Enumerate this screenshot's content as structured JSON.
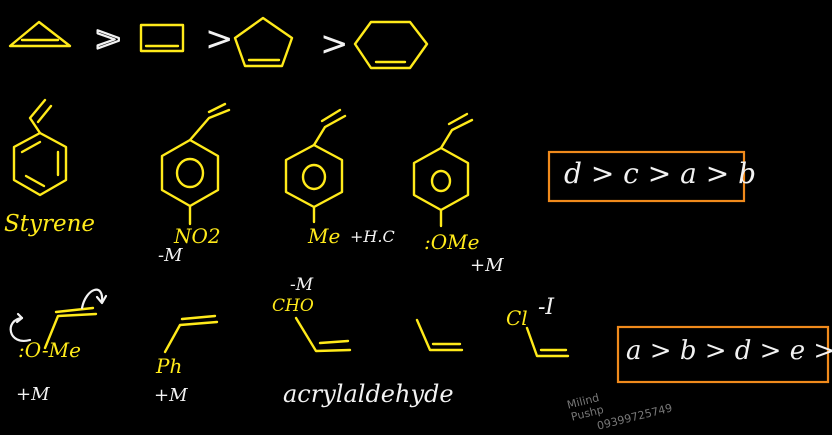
{
  "colors": {
    "background": "#000000",
    "ink_yellow": "#ffea1a",
    "ink_white": "#f2f2f2",
    "box_orange": "#f08a1c"
  },
  "labels": {
    "styrene": "Styrene",
    "no2": "NO2",
    "no2_effect": "-M",
    "me": "Me",
    "hc": "+H.C",
    "ome": ":OMe",
    "ome_effect": "+M",
    "ome2": ":O-Me",
    "ome2_effect": "+M",
    "ph": "Ph",
    "ph_effect": "+M",
    "cho": "CHO",
    "cho_effect": "-M",
    "acrylaldehyde": "acrylaldehyde",
    "cl": "Cl",
    "cl_effect": "-I"
  },
  "symbols": {
    "gt": ">"
  },
  "answers": {
    "order_1": "d > c > a > b",
    "order_2": "a > b > d > e > c"
  },
  "watermark": {
    "line1": "Milind",
    "line2": "Pushp",
    "line3": "09399725749"
  }
}
